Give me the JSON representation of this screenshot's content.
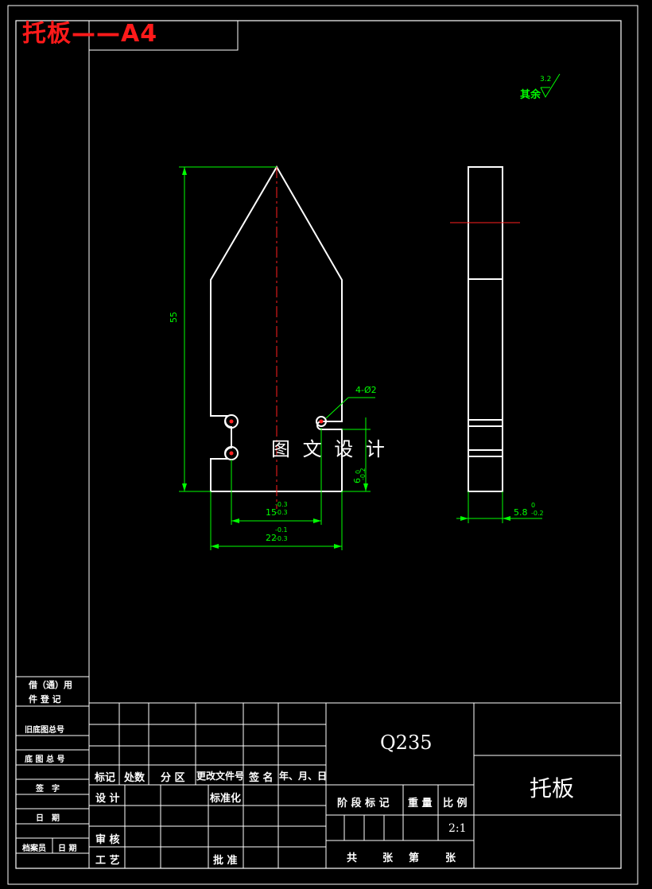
{
  "header": {
    "title": "托板——A4"
  },
  "roughness": {
    "label": "其余",
    "value": "3.2"
  },
  "dimensions": {
    "height": "55",
    "holes": "4-Ø2",
    "hole_spacing": "15",
    "hole_spacing_tol_upper": "-0.3",
    "hole_spacing_tol_lower": "-0.3",
    "width": "22",
    "width_tol_upper": "-0.1",
    "width_tol_lower": "-0.3",
    "notch": "6",
    "notch_tol_upper": "0",
    "notch_tol_lower": "-0.2",
    "thickness": "5.8",
    "thickness_tol_upper": "0",
    "thickness_tol_lower": "-0.2"
  },
  "watermark": "图 文 设 计",
  "side_panel": {
    "row1": "借（通）用",
    "row2": "件 登 记",
    "row3": "旧底图总号",
    "row4": "底 图 总 号",
    "row5": "签　字",
    "row6": "日　期",
    "row7a": "档案员",
    "row7b": "日 期"
  },
  "title_block": {
    "material": "Q235",
    "part_name": "托板",
    "h_mark": "标记",
    "h_count": "处数",
    "h_zone": "分 区",
    "h_doc": "更改文件号",
    "h_sign": "签 名",
    "h_date": "年、月、日",
    "design": "设 计",
    "standard": "标准化",
    "review": "审 核",
    "process": "工 艺",
    "approve": "批 准",
    "stage": "阶 段 标 记",
    "weight": "重 量",
    "scale_label": "比 例",
    "scale": "2:1",
    "sheets_total": "共",
    "sheets_unit": "张",
    "sheet_no": "第",
    "sheet_unit2": "张"
  }
}
